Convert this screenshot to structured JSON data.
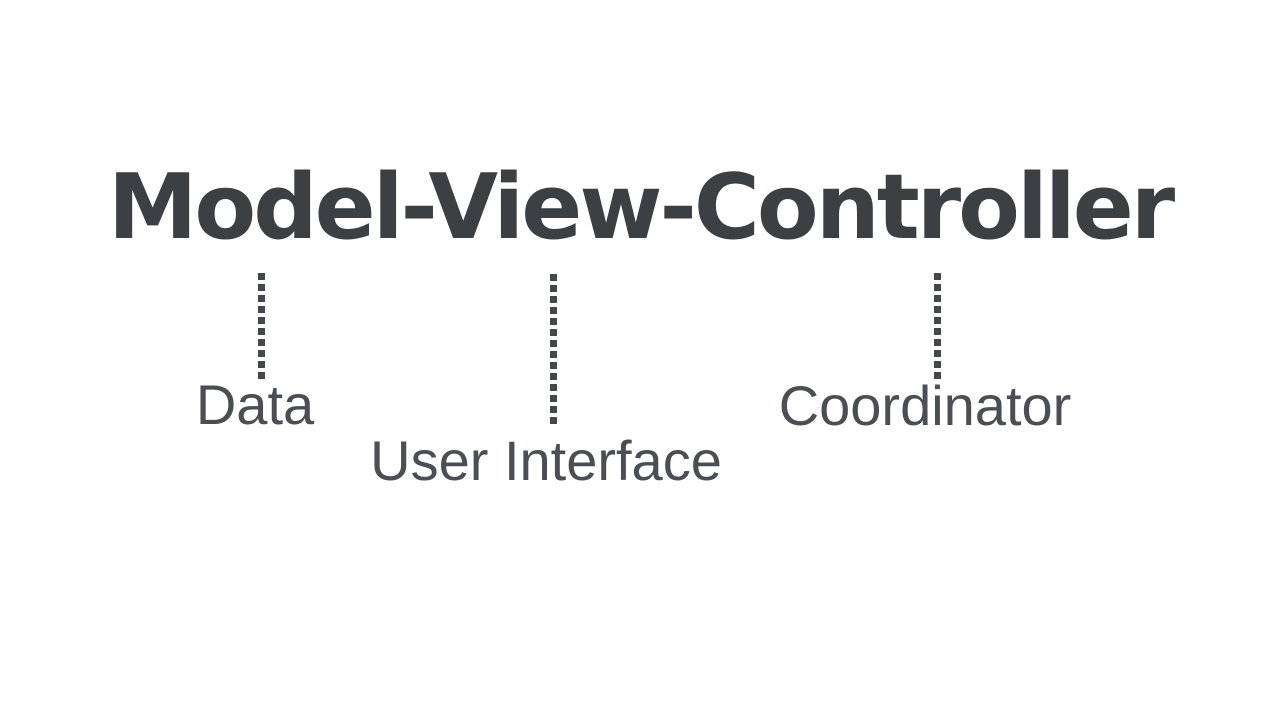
{
  "slide": {
    "title": "Model-View-Controller",
    "annotations": [
      {
        "term": "Model",
        "meaning": "Data"
      },
      {
        "term": "View",
        "meaning": "User Interface"
      },
      {
        "term": "Controller",
        "meaning": "Coordinator"
      }
    ]
  },
  "colors": {
    "bg": "#ffffff",
    "ink-strong": "#3c4043",
    "ink-mid": "#44484c",
    "ink-soft": "#4b4f54"
  }
}
